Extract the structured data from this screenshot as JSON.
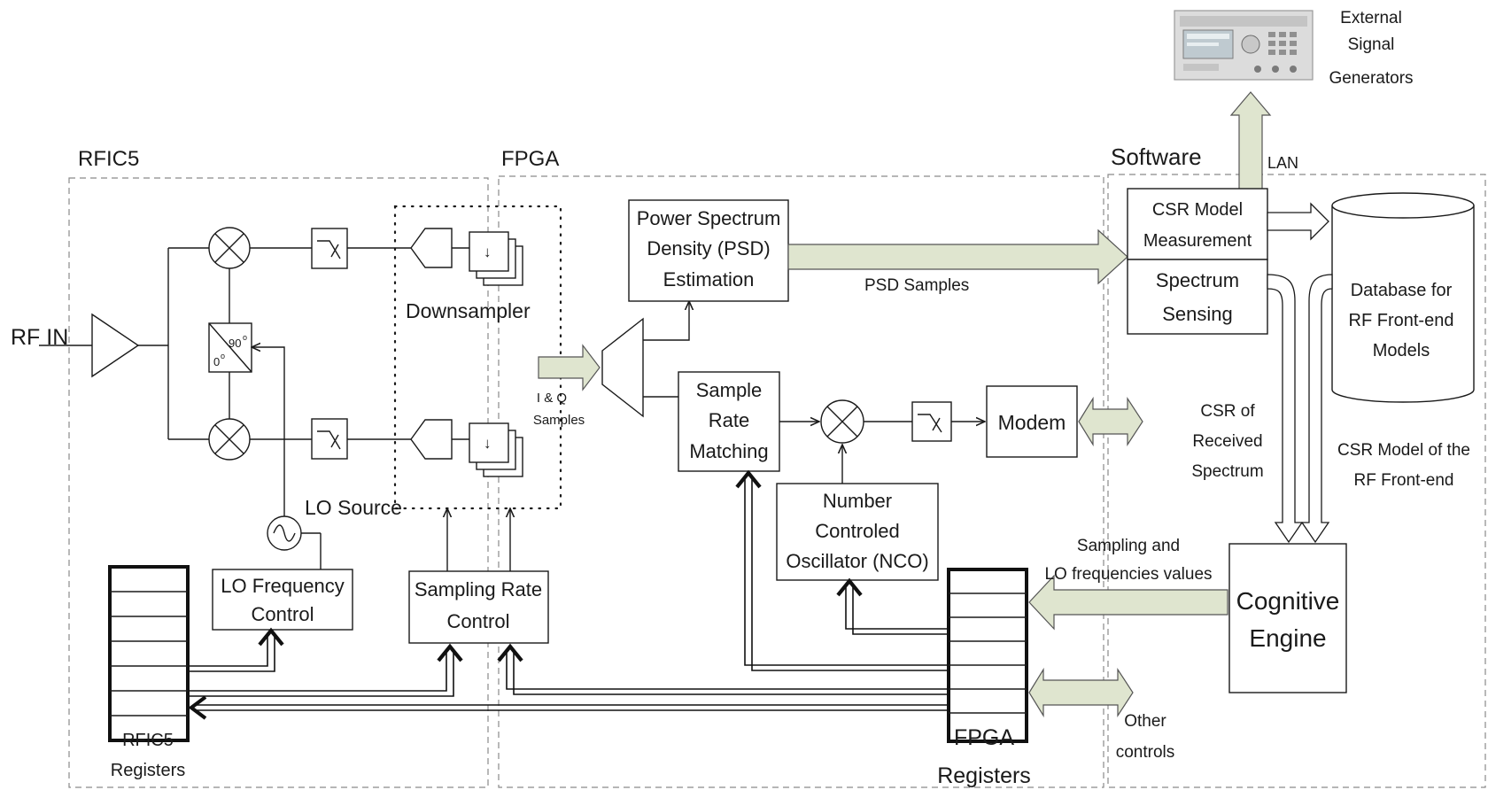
{
  "regions": {
    "rfic5": "RFIC5",
    "fpga": "FPGA",
    "software": "Software"
  },
  "external": {
    "signal_generators": [
      "External",
      "Signal",
      "Generators"
    ],
    "lan": "LAN"
  },
  "rfic_blocks": {
    "rf_in": "RF IN",
    "phase_90": "90",
    "phase_0": "0",
    "phase_unit": "o",
    "downsampler": "Downsampler",
    "lo_source": "LO Source",
    "lo_frequency_control": [
      "LO Frequency",
      "Control"
    ],
    "sampling_rate_control": [
      "Sampling Rate",
      "Control"
    ],
    "rfic5_registers": [
      "RFIC5",
      "Registers"
    ],
    "downsample_symbol": "↓"
  },
  "fpga_blocks": {
    "iq_samples": [
      "I & Q",
      "Samples"
    ],
    "psd_estimation": [
      "Power Spectrum",
      "Density (PSD)",
      "Estimation"
    ],
    "psd_samples": "PSD Samples",
    "sample_rate_matching": [
      "Sample",
      "Rate",
      "Matching"
    ],
    "nco": [
      "Number",
      "Controled",
      "Oscillator (NCO)"
    ],
    "modem": "Modem",
    "fpga_registers": [
      "FPGA",
      "Registers"
    ]
  },
  "software_blocks": {
    "csr_model_measurement": [
      "CSR Model",
      "Measurement"
    ],
    "spectrum_sensing": [
      "Spectrum",
      "Sensing"
    ],
    "database": [
      "Database for",
      "RF Front-end",
      "Models"
    ],
    "csr_received": [
      "CSR of",
      "Received",
      "Spectrum"
    ],
    "csr_model_frontend": [
      "CSR Model of the",
      "RF Front-end"
    ],
    "cognitive_engine": [
      "Cognitive",
      "Engine"
    ],
    "sampling_lo_values": [
      "Sampling and",
      "LO frequencies values"
    ],
    "other_controls": [
      "Other",
      "controls"
    ]
  }
}
